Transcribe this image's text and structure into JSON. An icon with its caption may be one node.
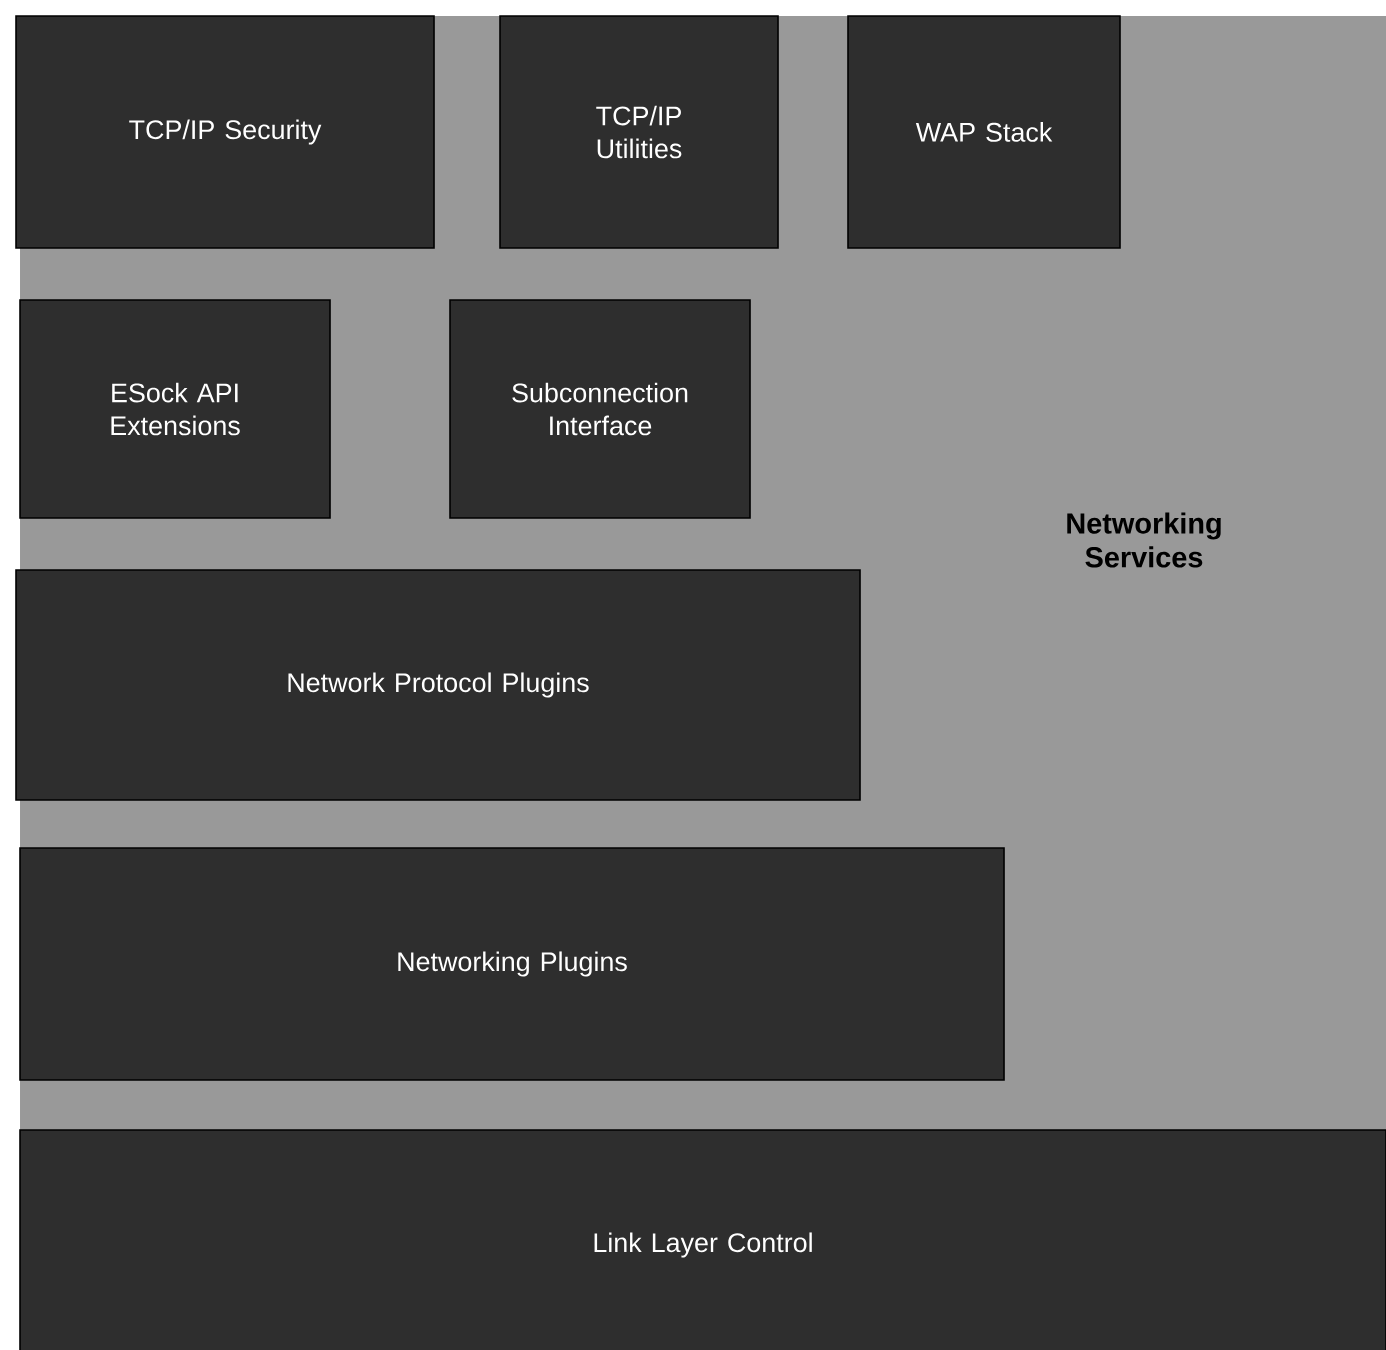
{
  "diagram": {
    "nodes": [
      {
        "text": [
          "Networking Services"
        ]
      },
      {
        "text": [
          "TCP/IP Security"
        ],
        "in": 0
      },
      {
        "text": [
          "TCP/IP Utilities"
        ],
        "in": 0
      },
      {
        "text": [
          "WAP Stack"
        ],
        "in": 0
      },
      {
        "text": [
          "ESock API Extensions"
        ],
        "in": 0
      },
      {
        "text": [
          "Subconnection Interface"
        ],
        "in": 0
      },
      {
        "text": [
          "Network Protocol Plugins"
        ],
        "in": 0
      },
      {
        "text": [
          "Networking Plugins"
        ],
        "in": 0
      },
      {
        "text": [
          "Link Layer Control"
        ]
      }
    ]
  }
}
